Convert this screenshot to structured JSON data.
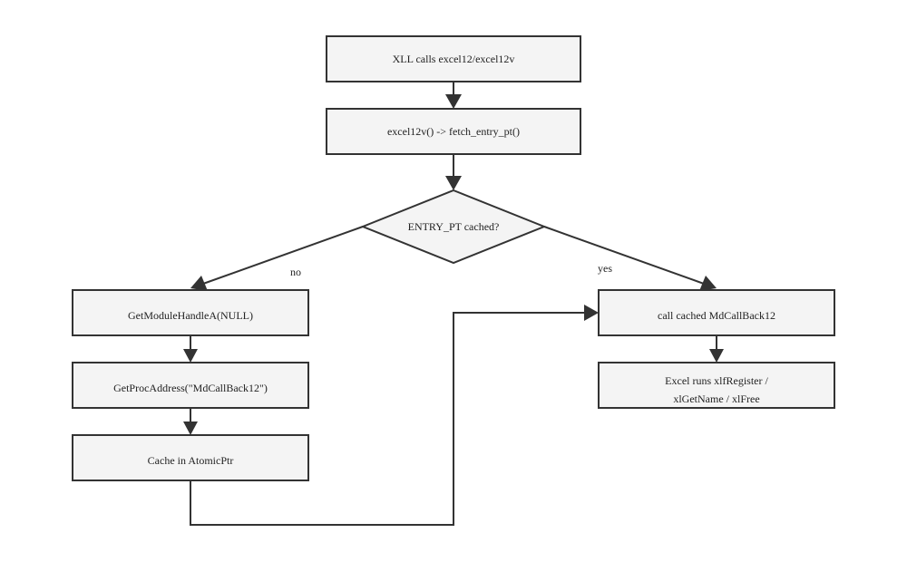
{
  "diagram": {
    "nodes": {
      "xll_calls": "XLL calls excel12/excel12v",
      "fetch": "excel12v() -> fetch_entry_pt()",
      "decision": "ENTRY_PT cached?",
      "get_module": "GetModuleHandleA(NULL)",
      "get_proc": "GetProcAddress(\"MdCallBack12\")",
      "cache": "Cache in AtomicPtr",
      "call_cached": "call cached MdCallBack12",
      "excel_runs_line1": "Excel runs xlfRegister /",
      "excel_runs_line2": "xlGetName / xlFree"
    },
    "edge_labels": {
      "no": "no",
      "yes": "yes"
    },
    "colors": {
      "node_fill": "#f4f4f4",
      "stroke": "#333333"
    }
  }
}
